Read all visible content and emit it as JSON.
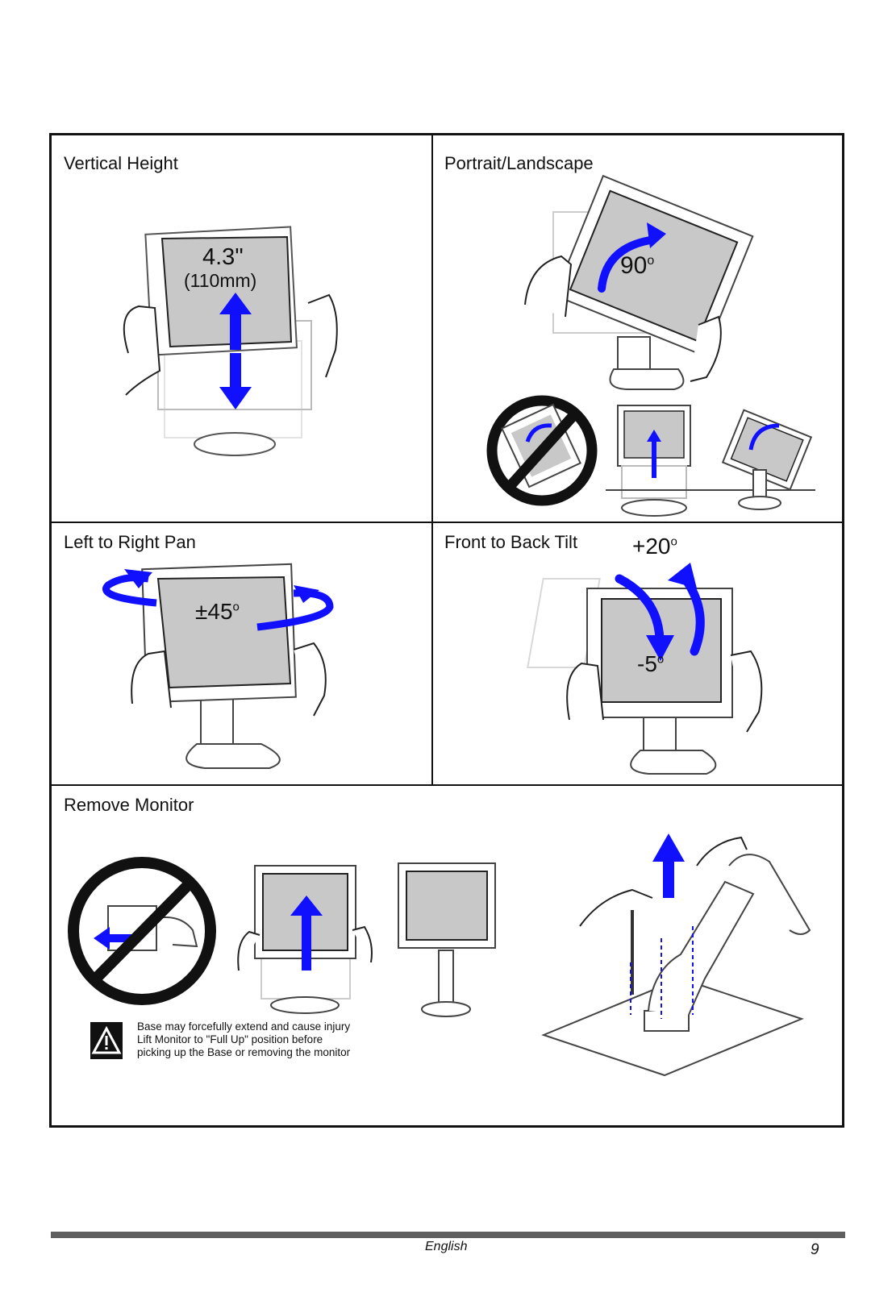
{
  "sections": {
    "vertical_height": {
      "title": "Vertical Height",
      "measure_in": "4.3\"",
      "measure_mm": "(110mm)"
    },
    "portrait_landscape": {
      "title": "Portrait/Landscape",
      "angle": "90",
      "degree_mark": "o"
    },
    "pan": {
      "title": "Left to Right Pan",
      "angle": "±45",
      "degree_mark": "o"
    },
    "tilt": {
      "title": "Front to Back Tilt",
      "angle_up": "+20",
      "angle_down": "-5",
      "degree_mark": "o"
    },
    "remove": {
      "title": "Remove Monitor",
      "warning_lines": [
        "Base may forcefully extend and cause injury",
        "Lift Monitor to \"Full Up\" position before",
        "picking up the Base or removing the monitor"
      ]
    }
  },
  "footer": {
    "language": "English",
    "page_number": "9"
  },
  "colors": {
    "arrow": "#1010ff",
    "screen": "#c8c8c8",
    "border": "#111111"
  }
}
